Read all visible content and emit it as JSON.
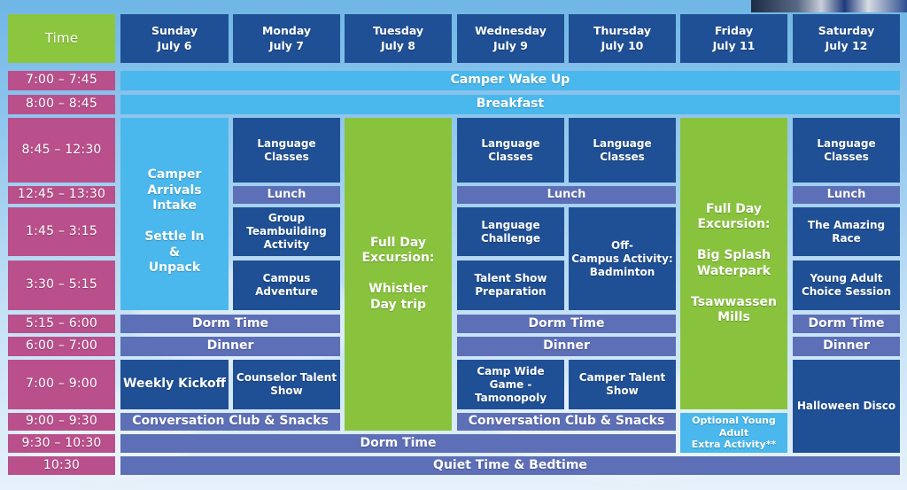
{
  "header": {
    "time_label": "Time",
    "days": [
      {
        "name": "Sunday",
        "date": "July 6"
      },
      {
        "name": "Monday",
        "date": "July 7"
      },
      {
        "name": "Tuesday",
        "date": "July 8"
      },
      {
        "name": "Wednesday",
        "date": "July 9"
      },
      {
        "name": "Thursday",
        "date": "July 10"
      },
      {
        "name": "Friday",
        "date": "July 11"
      },
      {
        "name": "Saturday",
        "date": "July 12"
      }
    ]
  },
  "times": [
    "7:00 – 7:45",
    "8:00 – 8:45",
    "8:45 – 12:30",
    "12:45 – 13:30",
    "1:45 – 3:15",
    "3:30 – 5:15",
    "5:15 – 6:00",
    "6:00 – 7:00",
    "7:00 – 9:00",
    "9:00 – 9:30",
    "9:30 – 10:30",
    "10:30"
  ],
  "events": {
    "camper_wake_up": "Camper Wake Up",
    "breakfast": "Breakfast",
    "sunday_arrivals": "Camper Arrivals\nIntake\n\nSettle In\n&\nUnpack",
    "language_classes": "Language Classes",
    "lunch": "Lunch",
    "group_teambuilding": "Group\nTeambuilding\nActivity",
    "campus_adventure": "Campus Adventure",
    "tuesday_excursion": "Full Day\nExcursion:\n\nWhistler\nDay trip",
    "language_challenge": "Language\nChallenge",
    "talent_show_prep": "Talent Show\nPreparation",
    "off_campus": "Off-\nCampus Activity:\nBadminton",
    "friday_excursion": "Full Day\nExcursion:\n\nBig Splash\nWaterpark\n\nTsawwassen Mills",
    "amazing_race": "The Amazing Race",
    "young_adult_choice": "Young Adult\nChoice Session",
    "dorm_time": "Dorm Time",
    "dinner": "Dinner",
    "weekly_kickoff": "Weekly Kickoff",
    "counselor_talent": "Counselor Talent\nShow",
    "camp_wide_game": "Camp Wide Game -\nTamonopoly",
    "camper_talent": "Camper Talent\nShow",
    "halloween_disco": "Halloween Disco",
    "conversation_club": "Conversation Club & Snacks",
    "optional_young_adult": "Optional Young Adult\nExtra Activity**",
    "quiet_time": "Quiet Time & Bedtime"
  }
}
